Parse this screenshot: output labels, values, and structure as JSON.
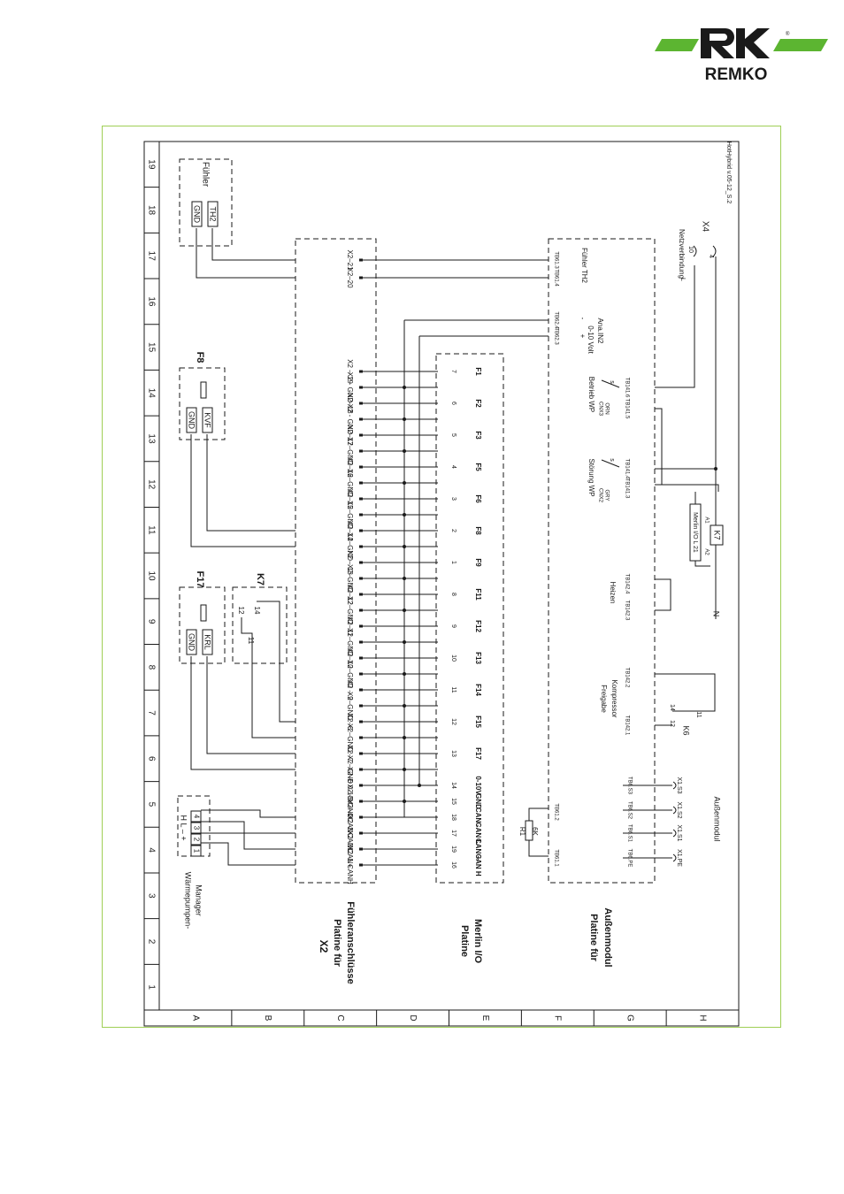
{
  "brand": {
    "name": "REMKO",
    "registered": "®",
    "accent_green": "#5cb531",
    "frame_green": "#9fcf55"
  },
  "grid": {
    "columns": [
      "1",
      "2",
      "3",
      "4",
      "5",
      "6",
      "7",
      "8",
      "9",
      "10",
      "11",
      "12",
      "13",
      "14",
      "15",
      "16",
      "17",
      "18",
      "19"
    ],
    "rows": [
      "A",
      "B",
      "C",
      "D",
      "E",
      "F",
      "G",
      "H"
    ]
  },
  "version_label": "HotHybrid v.05-12_S.2",
  "sections": {
    "waermepumpen_manager": [
      "Wärmepumpen-",
      "Manager"
    ],
    "x2_id": "X2",
    "x2_title": [
      "Platine für",
      "Fühleranschlüsse"
    ],
    "merlin_title": [
      "Platine",
      "Merlin I/O"
    ],
    "aussen_title": [
      "Platine für",
      "Außenmodul"
    ],
    "aussenmodul": "Außenmodul"
  },
  "manager_terminals": {
    "top": "H  L  –  +",
    "numbers": [
      "1",
      "2",
      "3",
      "4"
    ]
  },
  "sensors": {
    "fuehler": {
      "title": "Fühler",
      "pins": [
        "GND",
        "TH2"
      ]
    },
    "f8": {
      "title": "F8",
      "pins": [
        "GND",
        "KVF"
      ]
    },
    "f17": {
      "title": "F17",
      "pins": [
        "GND",
        "KRL"
      ]
    },
    "k7": {
      "title": "K7",
      "pins": [
        "12",
        "14",
        "11"
      ]
    }
  },
  "x2_labels": [
    "X2–21",
    "X2–20",
    "X2 – 19",
    "X2 - GND",
    "X2–18",
    "X2 - GND",
    "X2–17",
    "X2–GND",
    "X2–16",
    "X2–GND",
    "X2–15",
    "X2–GND",
    "X2–14",
    "X2–GND",
    "X2 – 13",
    "X2–GND",
    "X2–12",
    "X2–GND",
    "X2–11",
    "X2–GND",
    "X2–10",
    "X2–GND",
    "X2 – 9",
    "X2–GND",
    "X2–8",
    "X2–GND",
    "X2–7",
    "X2–GND",
    "X2–6  0-10V",
    "X2–5  GND",
    "X2–4  CAN-",
    "X2–3  CANL",
    "X2–2  CAN+",
    "X2–1  CANH"
  ],
  "merlin_labels": [
    [
      "F1",
      "7"
    ],
    [
      "F2",
      "6"
    ],
    [
      "F3",
      "5"
    ],
    [
      "F5",
      "4"
    ],
    [
      "F6",
      "3"
    ],
    [
      "F8",
      "2"
    ],
    [
      "F9",
      "1"
    ],
    [
      "F11",
      "8"
    ],
    [
      "F12",
      "9"
    ],
    [
      "F13",
      "10"
    ],
    [
      "F14",
      "11"
    ],
    [
      "F15",
      "12"
    ],
    [
      "F17",
      "13"
    ],
    [
      "0-10V",
      "14"
    ],
    [
      "GND",
      "15"
    ],
    [
      "CAN -",
      "18"
    ],
    [
      "CAN L",
      "17"
    ],
    [
      "CAN +",
      "19"
    ],
    [
      "CAN H",
      "16"
    ]
  ],
  "aussen_tb": [
    "TB61.3",
    "TB61.4",
    "TB62.4",
    "TB62.3",
    "TB141.6",
    "TB141.5",
    "TB141.4",
    "TB141.3",
    "TB142.4",
    "TB142.3",
    "TB142.2",
    "TB142.1",
    "TB61.2",
    "TB61.1"
  ],
  "aussen_texts": {
    "fuehler_th2": "Fühler TH2",
    "volt": "0-10 Volt",
    "ana": "Ana.IN2",
    "minus": "-",
    "plus": "+",
    "betrieb": "Betrieb WP",
    "betrieb_code": "CNX3",
    "betrieb_color": "ORN",
    "stoerung": "Störung WP",
    "stoerung_code": "CNX2",
    "stoerung_color": "GRY",
    "heizen": "Heizen",
    "freigabe": "Freigabe",
    "kompressor": "Kompressor",
    "k6": "K6",
    "k6_12": "12",
    "k6_14": "14",
    "k6_11": "11",
    "r1": "R1",
    "r1_val": "6K",
    "s": "s"
  },
  "aussen_terms": [
    [
      "TB6.S3",
      "X1.S3"
    ],
    [
      "TB6.S2",
      "X1.S2"
    ],
    [
      "TB6.S1",
      "X1.S1"
    ],
    [
      "TB6.PE",
      "X1.PE"
    ]
  ],
  "netz": {
    "title": "Netzverbindung",
    "x4": "X4",
    "t10": "10",
    "t4": "4",
    "l": "L",
    "n": "N",
    "merlin_l21": "Merlin I/O L 21",
    "k7": "K7",
    "a1": "A1",
    "a2": "A2"
  }
}
